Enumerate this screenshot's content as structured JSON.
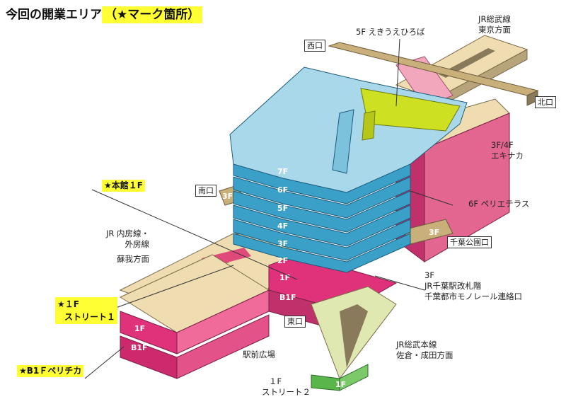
{
  "title": {
    "main": "今回の開業エリア",
    "highlight": "（★マーク箇所）"
  },
  "callouts": {
    "honkan": "★本館１F",
    "street1_a": "★１F",
    "street1_b": "ストリート１",
    "b1": "★B1Ｆペリチカ"
  },
  "labels": {
    "ekiuechika": "5F えきうえひろば",
    "jr_sobu_1": "JR総武線",
    "jr_sobu_2": "東京方面",
    "ekinaka_1": "3F/4F",
    "ekinaka_2": "エキナカ",
    "periterrace": "6F ペリエテラス",
    "uchibo_1": "JR 内房線・",
    "uchibo_2": "外房線",
    "uchibo_3": "蘇我方面",
    "kaisatsu_1": "3F",
    "kaisatsu_2": "JR千葉駅改札階",
    "kaisatsu_3": "千葉都市モノレール連絡口",
    "sobu_main_1": "JR総武本線",
    "sobu_main_2": "佐倉・成田方面",
    "ekimae": "駅前広場",
    "street2_1": "１F",
    "street2_2": "ストリート２"
  },
  "exits": {
    "west": "西口",
    "north": "北口",
    "south": "南口",
    "park": "千葉公園口",
    "east": "東口"
  },
  "floors": {
    "f7": "7F",
    "f6": "6F",
    "f5": "5F",
    "f4": "4F",
    "f3": "3F",
    "f2": "2F",
    "f1": "1F",
    "b1": "B1F",
    "left_1f": "1F",
    "left_b1f": "B1F",
    "north_3f": "3F",
    "south_3f": "3F",
    "park_3f": "3F",
    "street2_1f": "1F"
  },
  "colors": {
    "building_top": "#a9d8ea",
    "building_side": "#3aa0c8",
    "tan": "#efdcb0",
    "tan_dark": "#8a7a5c",
    "magenta": "#d8236e",
    "pink_top": "#f3a7bd",
    "lime": "#cde021",
    "green": "#5ab54a",
    "highlight": "#ffff33"
  }
}
